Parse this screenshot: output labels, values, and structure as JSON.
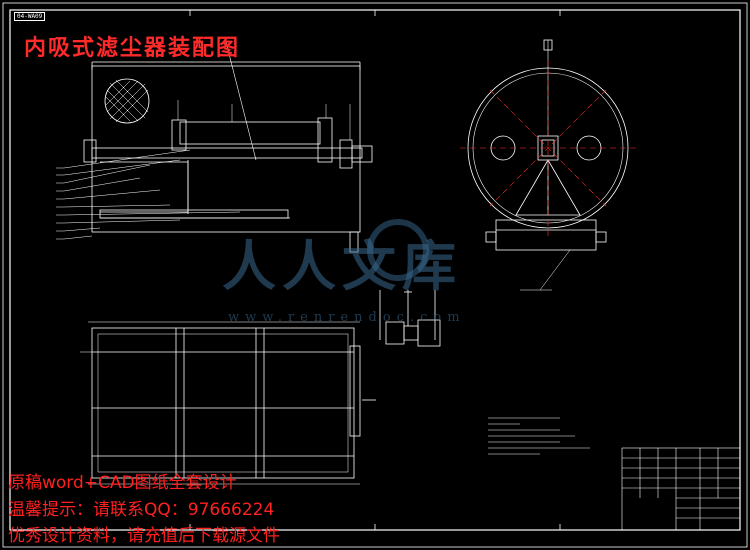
{
  "title": "内吸式滤尘器装配图",
  "drawing_tag": "04-WA09",
  "promo": {
    "line1": "原稿word+CAD图纸全套设计",
    "line2": "温馨提示：请联系QQ：97666224",
    "line3": "优秀设计资料，请充值后下载源文件"
  },
  "watermark": {
    "main": "人人文库",
    "url": "www.renrendoc.com"
  },
  "colors": {
    "background": "#000000",
    "lines": "#ffffff",
    "title": "#ff2a2a",
    "watermark": "#3a6a90"
  }
}
